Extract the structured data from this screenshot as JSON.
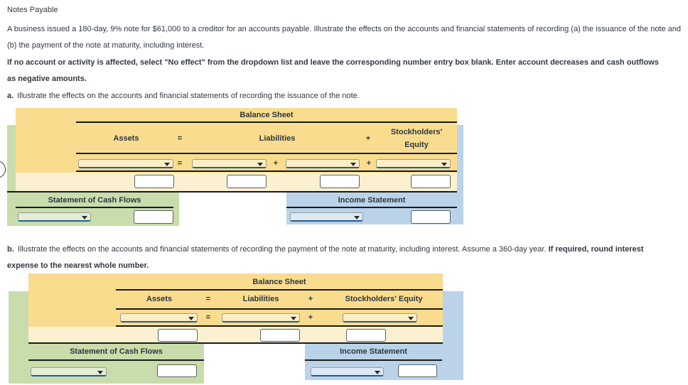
{
  "colors": {
    "panel_yellow": "#F9DC8E",
    "panel_cream": "#FBF1D0",
    "panel_green": "#C8DDAB",
    "panel_blue": "#BAD3E8",
    "rule": "#1a1a1a",
    "dropdown_underline": "#235d8f"
  },
  "header": {
    "title": "Notes Payable"
  },
  "problem": {
    "p1_line1": "A business issued a 180-day, 9% note for $61,000 to a creditor for an accounts payable. Illustrate the effects on the accounts and financial statements of recording (a) the issuance of the note and",
    "p1_line2": "(b) the payment of the note at maturity, including interest.",
    "p2_line1": "If no account or activity is affected, select \"No effect\" from the dropdown list and leave the corresponding number entry box blank. Enter account decreases and cash outflows",
    "p2_line2": "as negative amounts."
  },
  "part_a": {
    "label": "a.",
    "prompt": "Illustrate the effects on the accounts and financial statements of recording the issuance of the note.",
    "balance_sheet": {
      "title": "Balance Sheet",
      "assets_header": "Assets",
      "equals": "=",
      "liabilities_header": "Liabilities",
      "plus": "+",
      "equity_header_line1": "Stockholders'",
      "equity_header_line2": "Equity",
      "selects": {
        "asset": "",
        "liability_1": "",
        "liability_2": "",
        "equity": ""
      },
      "amounts": {
        "asset": "",
        "liability_1": "",
        "liability_2": "",
        "equity": ""
      }
    },
    "cash_flows": {
      "title": "Statement of Cash Flows",
      "select": "",
      "amount": ""
    },
    "income_statement": {
      "title": "Income Statement",
      "select": "",
      "amount": ""
    }
  },
  "part_b": {
    "label": "b.",
    "prompt_regular": "Illustrate the effects on the accounts and financial statements of recording the payment of the note at maturity, including interest. Assume a 360-day year. ",
    "prompt_bold_line1": "If required, round interest",
    "prompt_bold_line2": "expense to the nearest whole number.",
    "balance_sheet": {
      "title": "Balance Sheet",
      "assets_header": "Assets",
      "equals": "=",
      "liabilities_header": "Liabilities",
      "plus": "+",
      "equity_header": "Stockholders' Equity",
      "selects": {
        "asset": "",
        "liability": "",
        "equity": ""
      },
      "amounts": {
        "asset": "",
        "liability": "",
        "equity": ""
      }
    },
    "cash_flows": {
      "title": "Statement of Cash Flows",
      "select": "",
      "amount": ""
    },
    "income_statement": {
      "title": "Income Statement",
      "select": "",
      "amount": ""
    }
  }
}
